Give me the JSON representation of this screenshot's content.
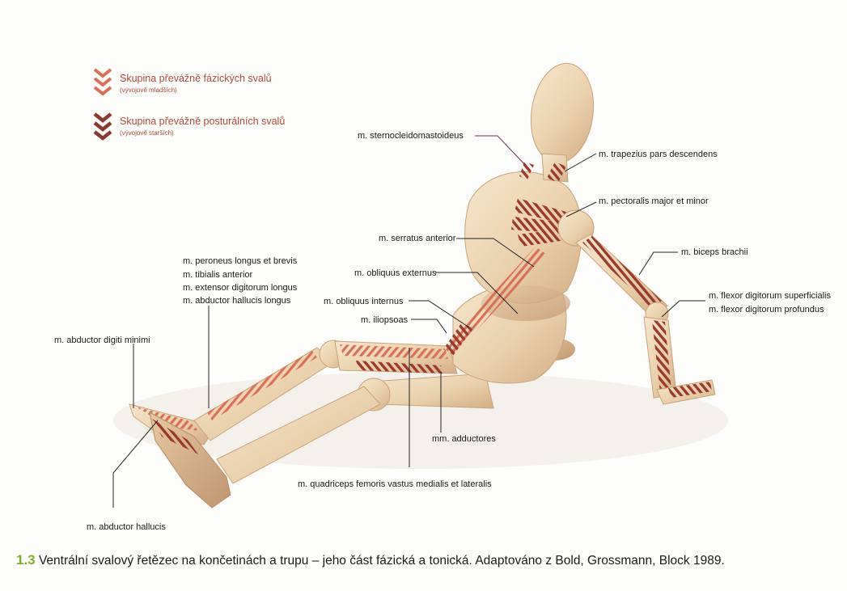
{
  "legend": {
    "phasic": {
      "title": "Skupina převážně fázických svalů",
      "subtitle": "(vývojově mladších)",
      "color": "#d8705a"
    },
    "postural": {
      "title": "Skupina převážně posturálních svalů",
      "subtitle": "(vývojově starších)",
      "color": "#8a3a30"
    }
  },
  "labels": {
    "sternocleidomastoideus": "m. sternocleidomastoideus",
    "trapezius": "m. trapezius pars descendens",
    "pectoralis": "m. pectoralis major et minor",
    "serratus": "m. serratus anterior",
    "biceps": "m. biceps brachii",
    "peroneus": "m. peroneus longus et brevis",
    "tibialis": "m. tibialis anterior",
    "extensor": "m. extensor digitorum longus",
    "abductor_hallucis_longus": "m. abductor hallucis longus",
    "obliquus_externus": "m. obliquus externus",
    "obliquus_internus": "m. obliquus internus",
    "iliopsoas": "m. iliopsoas",
    "flexor_superficialis": "m. flexor digitorum superficialis",
    "flexor_profundus": "m. flexor digitorum profundus",
    "abductor_digiti_minimi": "m. abductor digiti minimi",
    "adductores": "mm. adductores",
    "quadriceps": "m. quadriceps femoris vastus medialis et lateralis",
    "abductor_hallucis": "m. abductor hallucis"
  },
  "caption": {
    "number": "1.3",
    "text": " Ventrální svalový řetězec na končetinách a trupu – jeho část fázická a tonická. Adaptováno z Bold, Grossmann, Block 1989."
  },
  "colors": {
    "wood_light": "#f0dcc0",
    "wood_mid": "#e3c59e",
    "wood_dark": "#c9a27a",
    "phasic_stripe": "#d8705a",
    "postural_stripe": "#8a3a30",
    "leader_line": "#222222",
    "leader_accent": "#7a2a4a",
    "caption_number": "#7fae2e"
  }
}
